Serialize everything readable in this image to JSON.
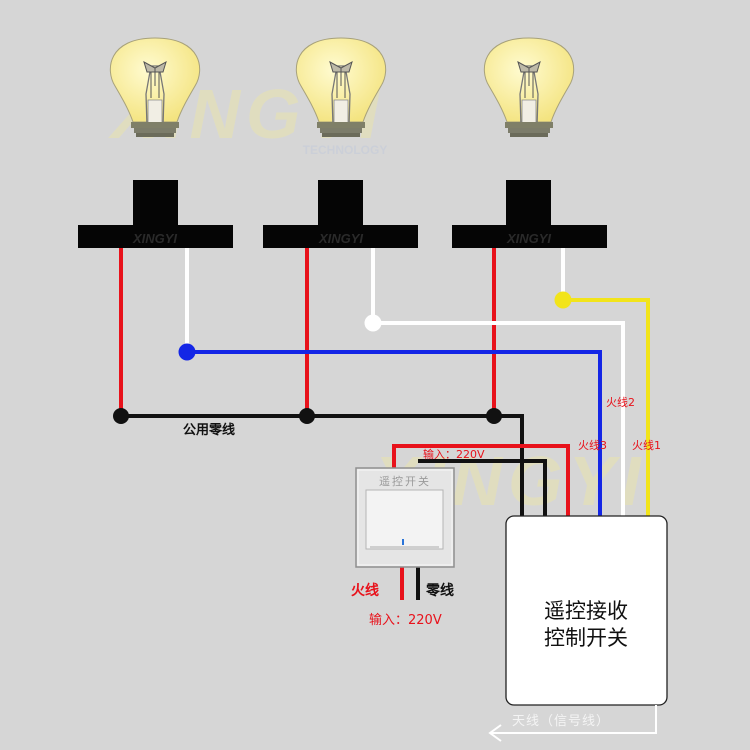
{
  "watermark": {
    "brand": "XINGYI",
    "sub": "TECHNOLOGY"
  },
  "labels": {
    "common_neutral": "公用零线",
    "input_top": "输入：220V",
    "input_bottom": "输入：220V",
    "live_wire": "火线",
    "neutral_wire": "零线",
    "fire1": "火线1",
    "fire2": "火线2",
    "fire3": "火线3"
  },
  "receiver": {
    "line1": "遥控接收",
    "line2": "控制开关"
  },
  "switch": {
    "title": "遥控开关"
  },
  "antenna": {
    "label": "天线（信号线）"
  },
  "colors": {
    "live": "#e8121b",
    "neutral": "#111111",
    "line1": "#f2e41a",
    "line2": "#ffffff",
    "line3": "#1426e6",
    "bulb_glass": "#fbf1a0",
    "background": "#d6d6d6"
  }
}
